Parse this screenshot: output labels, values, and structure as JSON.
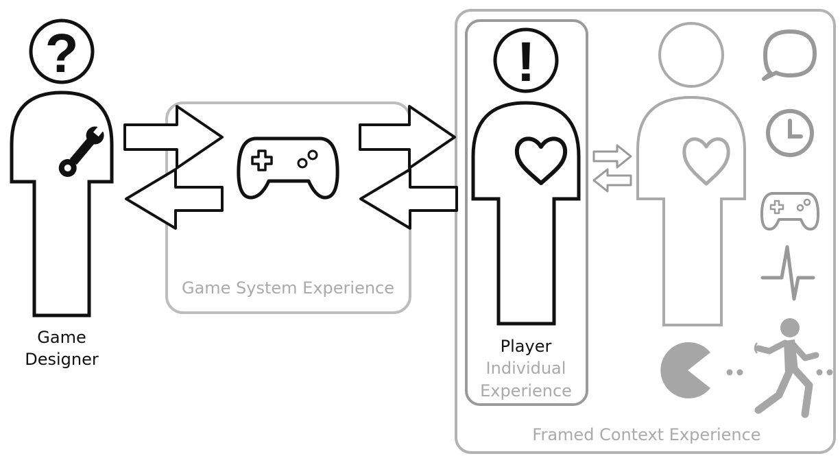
{
  "labels": {
    "designer_line1": "Game",
    "designer_line2": "Designer",
    "game_system": "Game System Experience",
    "player": "Player",
    "individual_line1": "Individual",
    "individual_line2": "Experience",
    "framed_context": "Framed Context Experience"
  },
  "glyphs": {
    "question": "?",
    "exclamation": "!"
  },
  "colors": {
    "dark": "#111111",
    "muted": "#aaaaaa",
    "frame": "#b3b3b3",
    "fill_gray": "#a6a6a6"
  },
  "icons": [
    "question-mark-icon",
    "wrench-icon",
    "gamepad-icon",
    "exclamation-icon",
    "heart-icon",
    "speech-bubble-icon",
    "clock-icon",
    "heartbeat-icon",
    "pacman-icon",
    "runner-icon"
  ]
}
